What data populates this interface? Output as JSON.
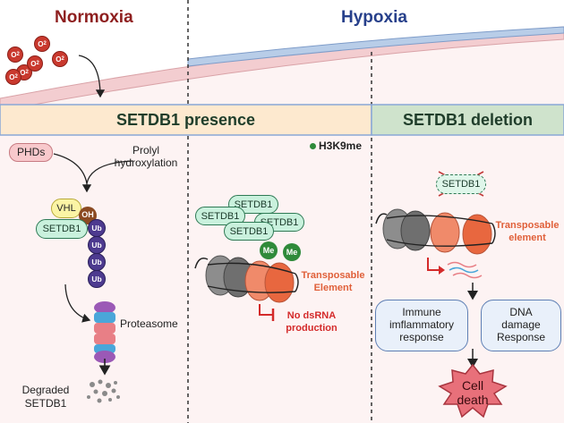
{
  "panels": {
    "normoxia_title": "Normoxia",
    "hypoxia_title": "Hypoxia",
    "presence_band": "SETDB1 presence",
    "deletion_band": "SETDB1 deletion"
  },
  "colors": {
    "normoxia_title": "#8e1f1f",
    "hypoxia_title": "#27408b",
    "presence_band_fill": "#fde9cf",
    "deletion_band_fill": "#cfe3cc",
    "membrane_fill": "#f3cdd0",
    "membrane_hypoxia_outer": "#b8cde8",
    "setdb1_fill": "#c9f1dd",
    "ubiquitin": "#4d3a8f",
    "methyl": "#2f8a3a",
    "alert_red": "#d42a2a",
    "transposable_orange": "#e0603a"
  },
  "oxygen": {
    "label": "O",
    "subscript": "2"
  },
  "left": {
    "phds": "PHDs",
    "prolyl_line1": "Prolyl",
    "prolyl_line2": "hydroxylation",
    "vhl": "VHL",
    "oh": "OH",
    "setdb1": "SETDB1",
    "ub": "Ub",
    "proteasome": "Proteasome",
    "degraded_line1": "Degraded",
    "degraded_line2": "SETDB1"
  },
  "middle": {
    "legend": "H3K9me",
    "setdb1": "SETDB1",
    "me": "Me",
    "te_line1": "Transposable",
    "te_line2": "Element",
    "no_dsrna_line1": "No dsRNA",
    "no_dsrna_line2": "production"
  },
  "right": {
    "setdb1_deleted": "SETDB1",
    "te_line1": "Transposable",
    "te_line2": "element",
    "immune_line1": "Immune",
    "immune_line2": "imflammatory",
    "immune_line3": "response",
    "dna_line1": "DNA",
    "dna_line2": "damage",
    "dna_line3": "Response",
    "death_line1": "Cell",
    "death_line2": "death"
  }
}
